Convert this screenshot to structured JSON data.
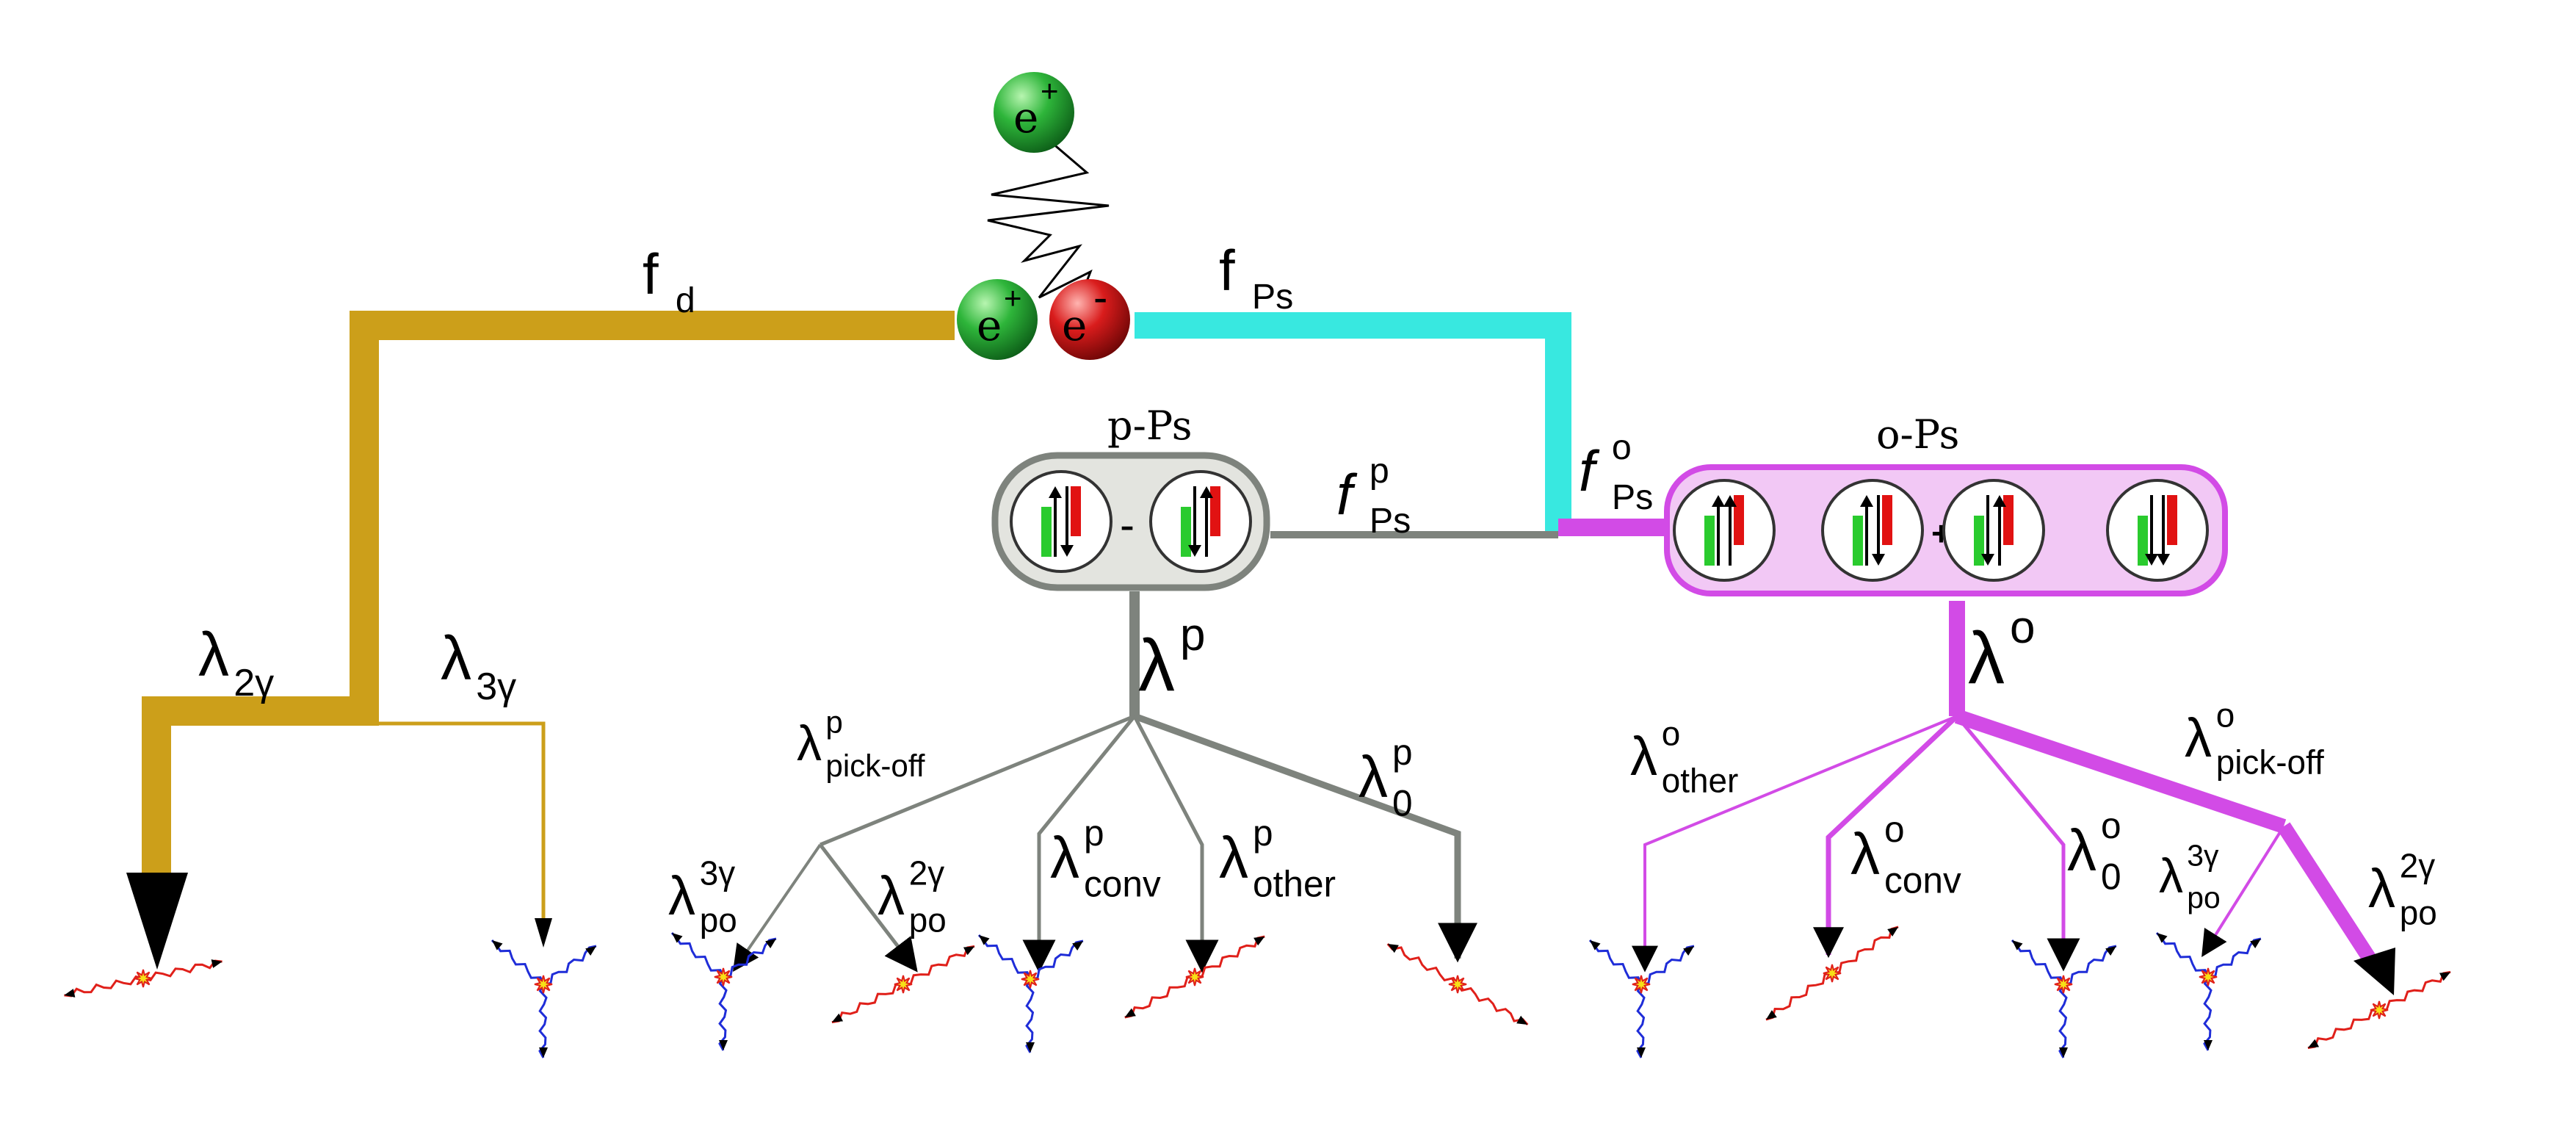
{
  "colors": {
    "direct": "#CC9F1A",
    "ps_formation": "#38E8E0",
    "para": "#7E837D",
    "ortho": "#D24BE6",
    "ortho_fill": "#F2C8F5",
    "para_fill": "#E3E4DF",
    "spin_up_green": "#2ACB2E",
    "spin_red": "#E11212",
    "photon_red": "#E0201A",
    "photon_blue": "#1F2DD8"
  },
  "particles": {
    "positron_free": {
      "symbol": "e",
      "charge": "+"
    },
    "positron_bound": {
      "symbol": "e",
      "charge": "+"
    },
    "electron_bound": {
      "symbol": "e",
      "charge": "-"
    }
  },
  "labels": {
    "f_d": {
      "main": "f",
      "sub": "d"
    },
    "f_Ps": {
      "main": "f",
      "sub": "Ps"
    },
    "f_Ps_p": {
      "main": "f",
      "sub": "Ps",
      "sup": "p"
    },
    "f_Ps_o": {
      "main": "f",
      "sub": "Ps",
      "sup": "o"
    },
    "lambda_2g": {
      "main": "λ",
      "sub": "2γ"
    },
    "lambda_3g": {
      "main": "λ",
      "sub": "3γ"
    },
    "lambda_p": {
      "main": "λ",
      "sup": "p"
    },
    "lambda_o": {
      "main": "λ",
      "sup": "o"
    },
    "lambda_pickoff_p": {
      "main": "λ",
      "sub": "pick-off",
      "sup": "p"
    },
    "lambda_0_p": {
      "main": "λ",
      "sub": "0",
      "sup": "p"
    },
    "lambda_conv_p": {
      "main": "λ",
      "sub": "conv",
      "sup": "p"
    },
    "lambda_other_p": {
      "main": "λ",
      "sub": "other",
      "sup": "p"
    },
    "lambda_po_3g_p": {
      "main": "λ",
      "sub": "po",
      "sup": "3γ"
    },
    "lambda_po_2g_p": {
      "main": "λ",
      "sub": "po",
      "sup": "2γ"
    },
    "lambda_other_o": {
      "main": "λ",
      "sub": "other",
      "sup": "o"
    },
    "lambda_conv_o": {
      "main": "λ",
      "sub": "conv",
      "sup": "o"
    },
    "lambda_0_o": {
      "main": "λ",
      "sub": "0",
      "sup": "o"
    },
    "lambda_pickoff_o": {
      "main": "λ",
      "sub": "pick-off",
      "sup": "o"
    },
    "lambda_po_3g_o": {
      "main": "λ",
      "sub": "po",
      "sup": "3γ"
    },
    "lambda_po_2g_o": {
      "main": "λ",
      "sub": "po",
      "sup": "2γ"
    }
  },
  "states": {
    "para": {
      "title": "p-Ps",
      "combiner": "-"
    },
    "ortho": {
      "title": "o-Ps",
      "combiner": "+"
    }
  },
  "icons": [
    "positron-sphere",
    "electron-sphere",
    "spin-pair",
    "two-gamma-burst",
    "three-gamma-burst",
    "random-walk-track"
  ]
}
